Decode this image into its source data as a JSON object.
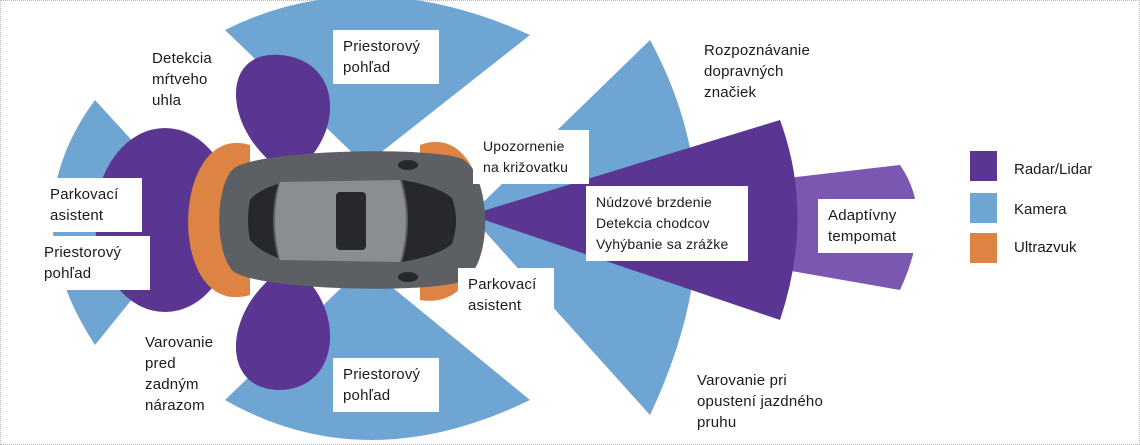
{
  "colors": {
    "radar": "#5a3591",
    "radar_light": "#7a57b0",
    "camera": "#6fa5d3",
    "ultrasound": "#dd8343",
    "car_body": "#5c5f64",
    "car_dark": "#26282b"
  },
  "labels": {
    "blind_spot": "Detekcia\nmŕtveho\nuhla",
    "top_view_top": "Priestorový\npohľad",
    "sign_recognition": "Rozpoznávanie\ndopravných\nznačiek",
    "cross_traffic": "Upozornenie\nna križovatku",
    "rear_parking": "Parkovací\nasistent",
    "rear_top_view": "Priestorový\npohľad",
    "emergency": "Núdzové brzdenie\nDetekcia chodcov\nVyhýbanie sa zrážke",
    "acc": "Adaptívny\ntempomat",
    "front_parking": "Parkovací\nasistent",
    "rear_collision": "Varovanie\npred\nzadným\nnárazom",
    "top_view_bottom": "Priestorový\npohľad",
    "lane_departure": "Varovanie pri\nopustení jazdného\npruhu"
  },
  "legend": [
    {
      "label": "Radar/Lidar",
      "color": "#5a3591",
      "icon": "radar-swatch"
    },
    {
      "label": "Kamera",
      "color": "#6fa5d3",
      "icon": "camera-swatch"
    },
    {
      "label": "Ultrazvuk",
      "color": "#dd8343",
      "icon": "ultrasound-swatch"
    }
  ]
}
